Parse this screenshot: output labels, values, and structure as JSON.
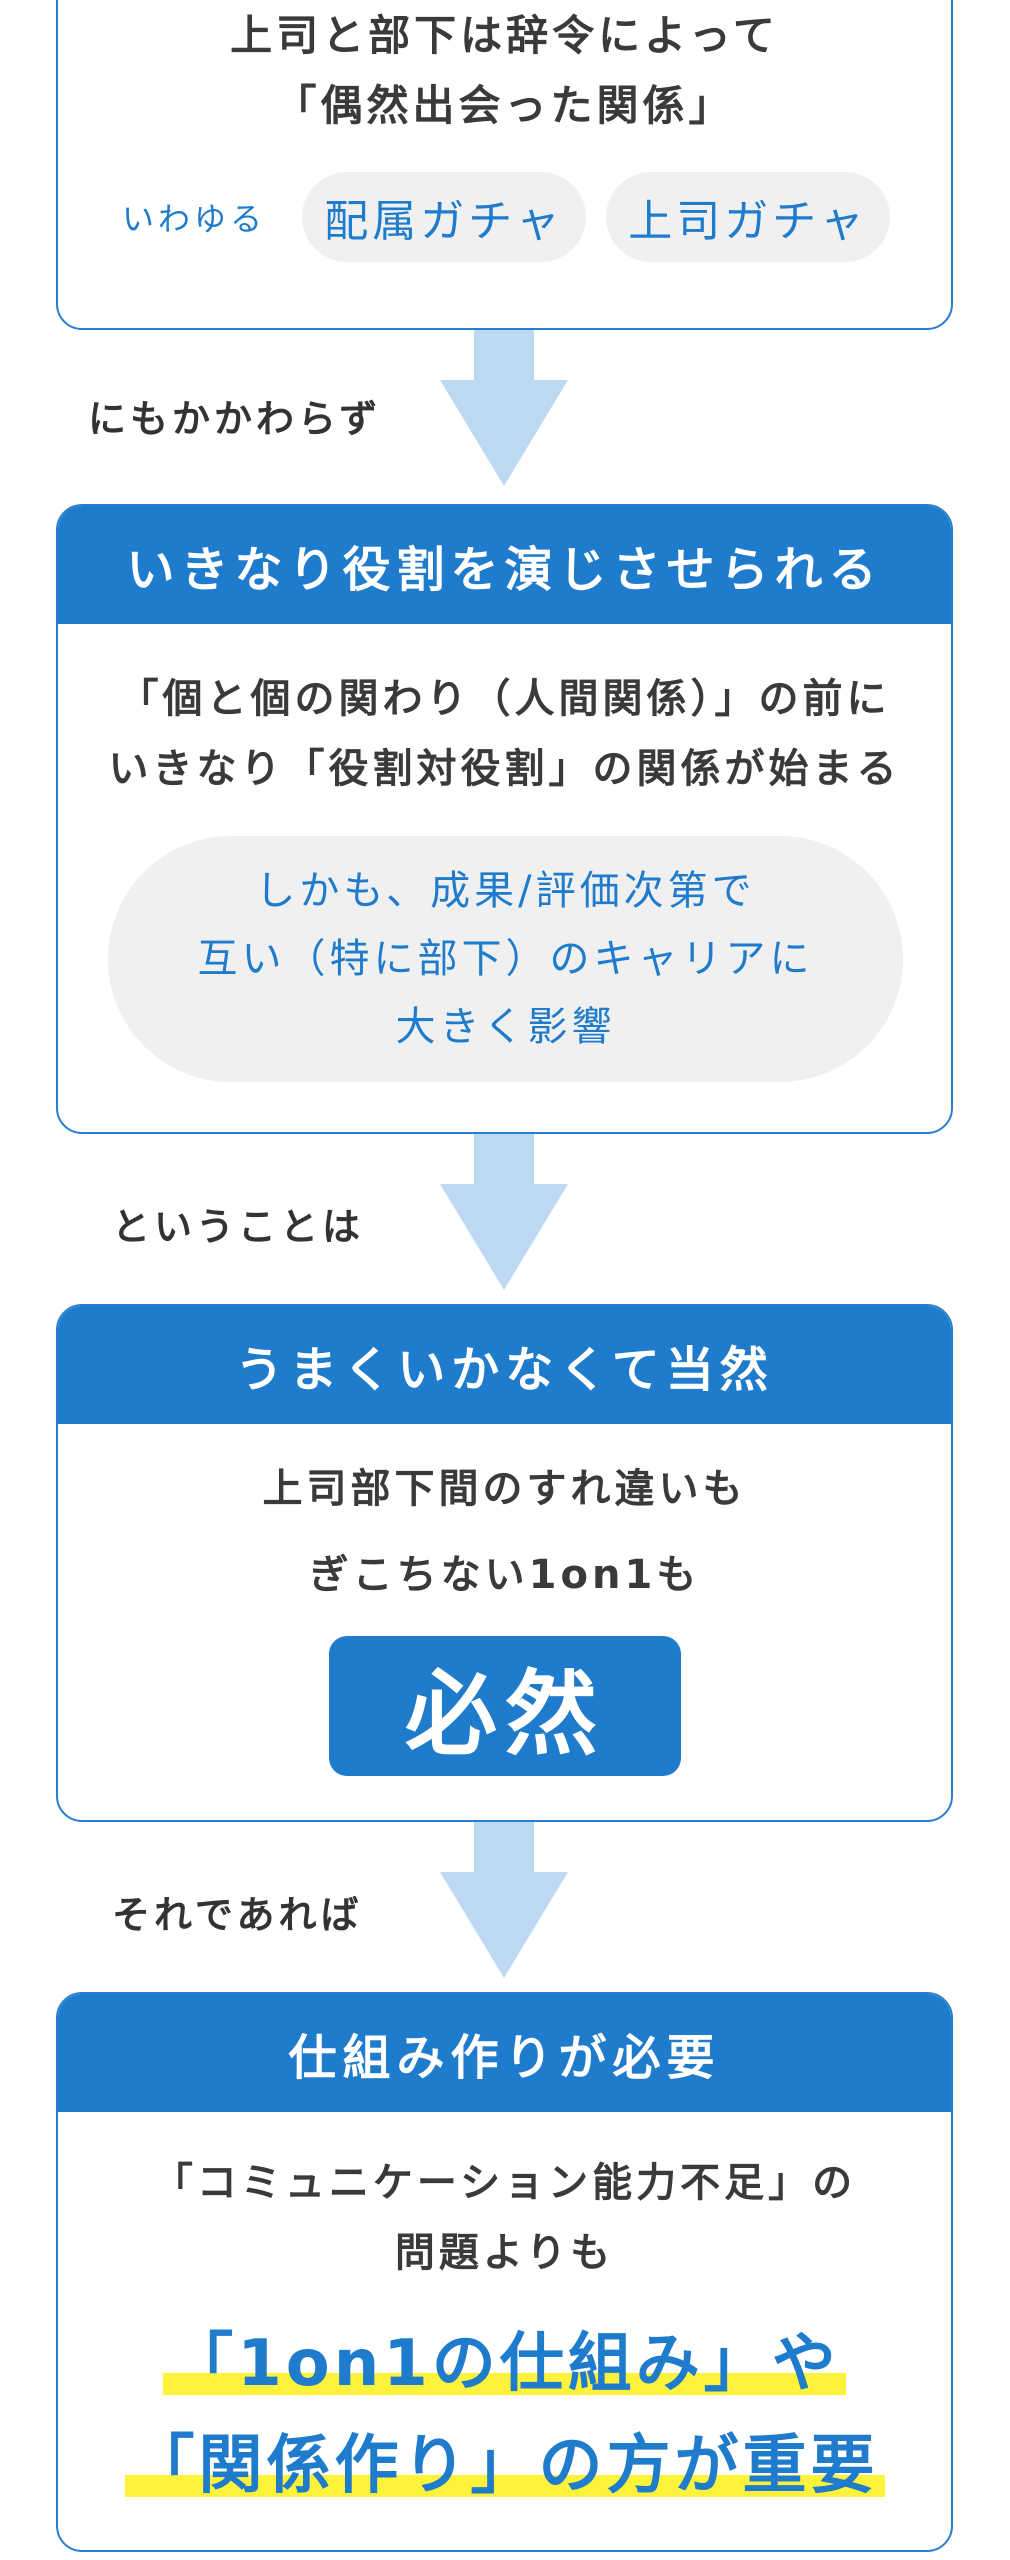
{
  "card1": {
    "line1": "上司と部下は辞令によって",
    "line2": "「偶然出会った関係」",
    "prefix": "いわゆる",
    "pill1": "配属ガチャ",
    "pill2": "上司ガチャ"
  },
  "connector1": "にもかかわらず",
  "card2": {
    "header": "いきなり役割を演じさせられる",
    "line1": "「個と個の関わり（人間関係）」の前に",
    "line2": "いきなり「役割対役割」の関係が始まる",
    "blob": [
      "しかも、成果/評価次第で",
      "互い（特に部下）のキャリアに",
      "大きく影響"
    ]
  },
  "connector2": "ということは",
  "card3": {
    "header": "うまくいかなくて当然",
    "line1": "上司部下間のすれ違いも",
    "line2": "ぎこちない1on1も",
    "badge": "必然"
  },
  "connector3": "それであれば",
  "card4": {
    "header": "仕組み作りが必要",
    "line1": "「コミュニケーション能力不足」の",
    "line2": "問題よりも",
    "highlight1": "「1on1の仕組み」や",
    "highlight2": "「関係作り」の方が重要"
  },
  "colors": {
    "accent": "#1f7bcb",
    "arrow": "#bdd9f2",
    "pill_bg": "#f0f0f0",
    "highlight": "#fff23a"
  }
}
